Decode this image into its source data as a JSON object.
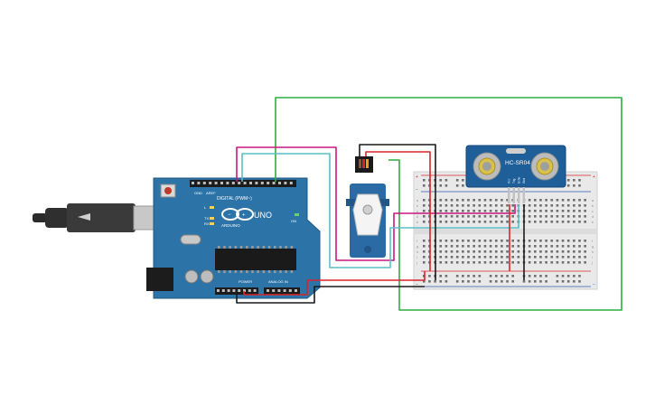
{
  "arduino": {
    "brand": "ARDUINO",
    "model": "UNO",
    "digital_label": "DIGITAL (PWM~)",
    "power_label": "POWER",
    "analog_label": "ANALOG IN",
    "aref_label": "AREF",
    "gnd_label": "GND",
    "tx_label": "TX",
    "rx_label": "RX",
    "on_label": "ON",
    "l_label": "L"
  },
  "sensor": {
    "model": "HC-SR04",
    "pins": [
      "Vcc",
      "Trig",
      "Echo",
      "Gnd"
    ]
  },
  "breadboard": {
    "plus": "+",
    "minus": "−",
    "letters_top": [
      "a",
      "b",
      "c",
      "d",
      "e"
    ],
    "letters_bottom": [
      "f",
      "g",
      "h",
      "i",
      "j"
    ]
  },
  "colors": {
    "board_blue": "#2c73a8",
    "wire_green": "#2fae3f",
    "wire_red": "#d6262a",
    "wire_black": "#1a1a1a",
    "wire_magenta": "#c8187f",
    "wire_cyan": "#5bbfc9",
    "servo_blue": "#2a6ba5",
    "sensor_blue": "#1f5f99",
    "breadboard": "#e9e9e9"
  }
}
